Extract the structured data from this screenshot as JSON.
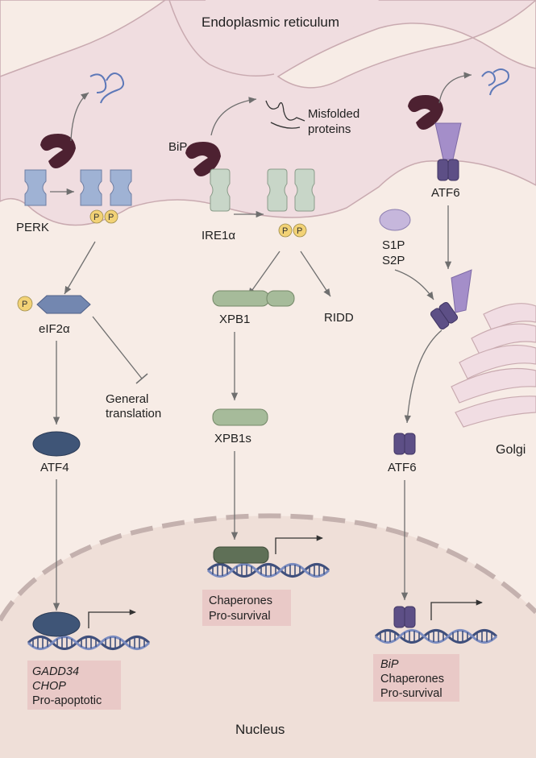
{
  "labels": {
    "er": "Endoplasmic reticulum",
    "nucleus": "Nucleus",
    "golgi": "Golgi",
    "perk": "PERK",
    "bip": "BiP",
    "misfolded_1": "Misfolded",
    "misfolded_2": "proteins",
    "ire1a": "IRE1α",
    "atf6_er": "ATF6",
    "s1p": "S1P",
    "s2p": "S2P",
    "eif2a": "eIF2α",
    "general_1": "General",
    "general_2": "translation",
    "xpb1": "XPB1",
    "ridd": "RIDD",
    "xpb1s": "XPB1s",
    "atf4": "ATF4",
    "atf6_cyto": "ATF6",
    "phospho": "P"
  },
  "outputs": {
    "perk": [
      "GADD34",
      "CHOP",
      "Pro-apoptotic"
    ],
    "ire1": [
      "Chaperones",
      "Pro-survival"
    ],
    "atf6": [
      "BiP",
      "Chaperones",
      "Pro-survival"
    ]
  },
  "colors": {
    "background": "#f7ece6",
    "er_membrane": "#f0dde0",
    "er_outline": "#c9aab0",
    "nucleus": "#efdfd8",
    "nuclear_envelope": "#c4b1ae",
    "perk_receptor": "#9fb2d4",
    "ire1_receptor": "#c8d6c8",
    "atf6_receptor": "#5d4f86",
    "atf6_cleaved": "#a48ec9",
    "bip": "#4d2131",
    "phosphate": "#f2d276",
    "eif2a": "#7387b0",
    "atf4": "#3f5577",
    "xbp1": "#a6bb9a",
    "xbp1s_on_dna": "#5f7057",
    "dna_strand_a": "#3f4f7c",
    "dna_strand_b": "#7b8cc0",
    "output_box": "#e9c9c7",
    "golgi": "#f1dde3",
    "arrow": "#707070"
  },
  "icons": {
    "misfolded_protein": "squiggle-icon",
    "transcription_start": "bent-arrow-icon",
    "inhibition": "t-bar-icon",
    "phosphate": "p-circle-icon"
  }
}
